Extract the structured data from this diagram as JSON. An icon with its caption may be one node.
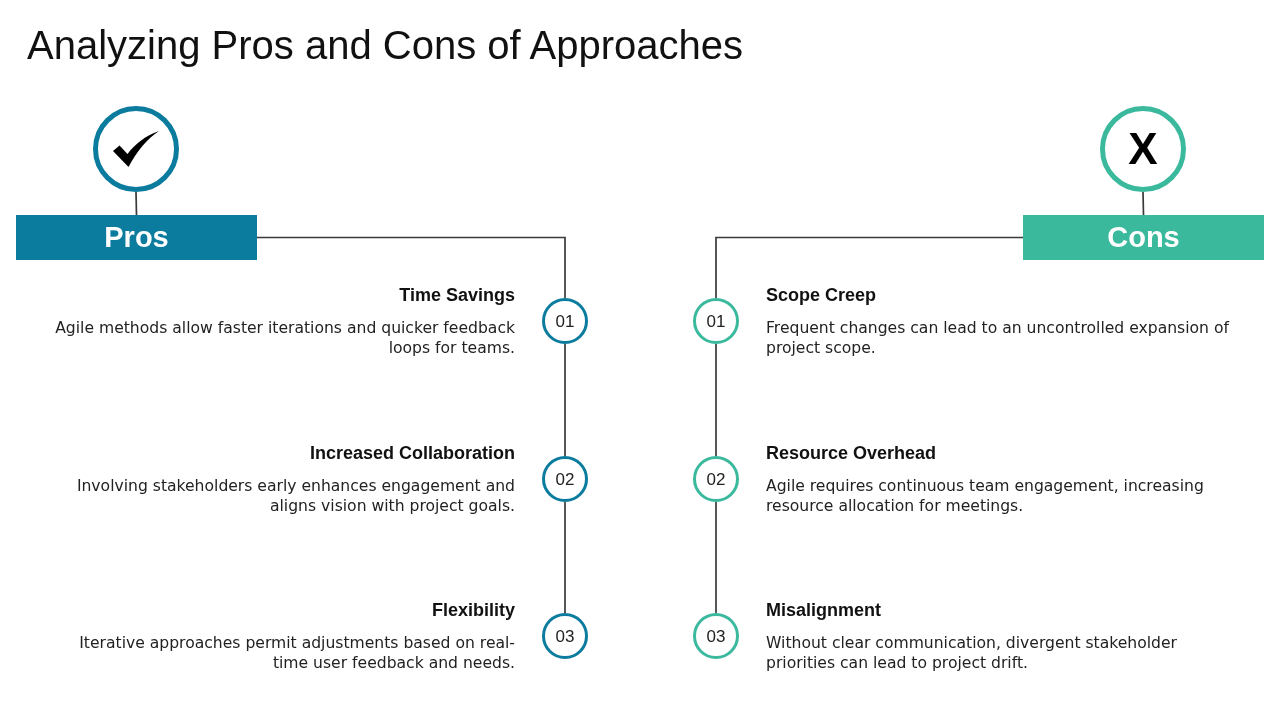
{
  "diagram": {
    "title": "Analyzing Pros and Cons of Approaches",
    "nodes": [
      {
        "text": [],
        "shape": "circle"
      },
      {
        "text": [
          "Pros"
        ]
      },
      {
        "text": [
          "01"
        ],
        "beside": [
          "Time Savings",
          "Agile methods allow faster iterations and quicker feedback loops for teams."
        ]
      },
      {
        "text": [
          "02"
        ],
        "beside": [
          "Increased Collaboration",
          "Involving stakeholders early enhances engagement and aligns vision with project goals."
        ]
      },
      {
        "text": [
          "03"
        ],
        "beside": [
          "Flexibility",
          "Iterative approaches permit adjustments based on real-time user feedback and needs."
        ]
      },
      {
        "text": [
          "X"
        ]
      },
      {
        "text": [
          "Cons"
        ]
      },
      {
        "text": [
          "01"
        ],
        "beside": [
          "Scope Creep",
          "Frequent changes can lead to an uncontrolled expansion of project scope."
        ]
      },
      {
        "text": [
          "02"
        ],
        "beside": [
          "Resource Overhead",
          "Agile requires continuous team engagement, increasing resource allocation for meetings."
        ]
      },
      {
        "text": [
          "03"
        ],
        "beside": [
          "Misalignment",
          "Without clear communication, divergent stakeholder priorities can lead to project drift."
        ]
      }
    ],
    "edges": [
      {
        "from": 0,
        "to": 1,
        "arrow": "none"
      },
      {
        "from": 1,
        "to": 2,
        "arrow": "none"
      },
      {
        "from": 2,
        "to": 3,
        "arrow": "none"
      },
      {
        "from": 3,
        "to": 4,
        "arrow": "none"
      },
      {
        "from": 5,
        "to": 6,
        "arrow": "none"
      },
      {
        "from": 6,
        "to": 7,
        "arrow": "none"
      },
      {
        "from": 7,
        "to": 8,
        "arrow": "none"
      },
      {
        "from": 8,
        "to": 9,
        "arrow": "none"
      }
    ]
  }
}
